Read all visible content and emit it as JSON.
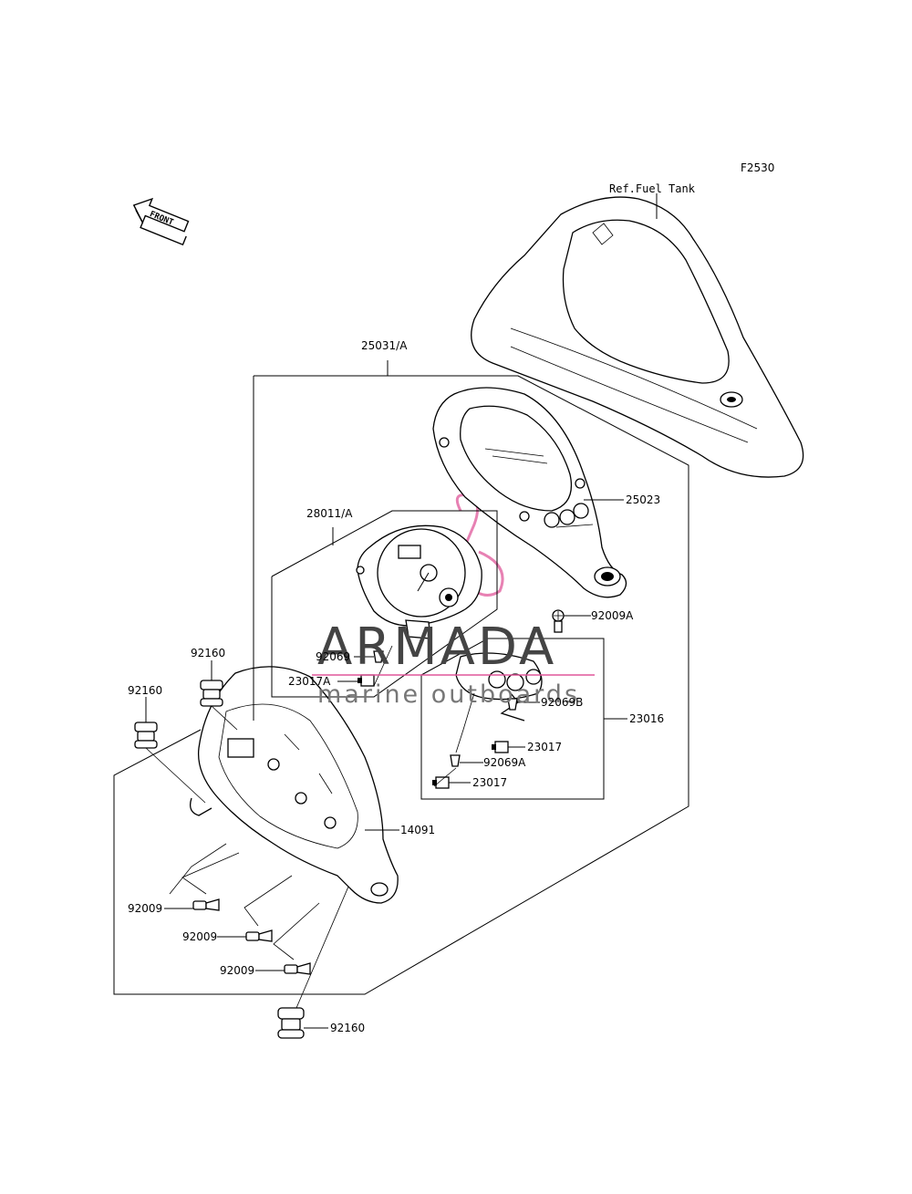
{
  "diagram_code": "F2530",
  "reference": "Ref.Fuel Tank",
  "direction_label": "FRONT",
  "watermark": {
    "title": "ARMADA",
    "subtitle": "marine outboards",
    "accent_color": "#e0579a"
  },
  "parts": [
    {
      "id": "p-25031a",
      "label": "25031/A"
    },
    {
      "id": "p-25023",
      "label": "25023"
    },
    {
      "id": "p-28011a",
      "label": "28011/A"
    },
    {
      "id": "p-92009a",
      "label": "92009A"
    },
    {
      "id": "p-92069",
      "label": "92069"
    },
    {
      "id": "p-23017a",
      "label": "23017A"
    },
    {
      "id": "p-92160-a",
      "label": "92160"
    },
    {
      "id": "p-92160-b",
      "label": "92160"
    },
    {
      "id": "p-23016",
      "label": "23016"
    },
    {
      "id": "p-92069b",
      "label": "92069B"
    },
    {
      "id": "p-23017-a",
      "label": "23017"
    },
    {
      "id": "p-92069a",
      "label": "92069A"
    },
    {
      "id": "p-23017-b",
      "label": "23017"
    },
    {
      "id": "p-14091",
      "label": "14091"
    },
    {
      "id": "p-92009-a",
      "label": "92009"
    },
    {
      "id": "p-92009-b",
      "label": "92009"
    },
    {
      "id": "p-92009-c",
      "label": "92009"
    },
    {
      "id": "p-92160-c",
      "label": "92160"
    }
  ]
}
